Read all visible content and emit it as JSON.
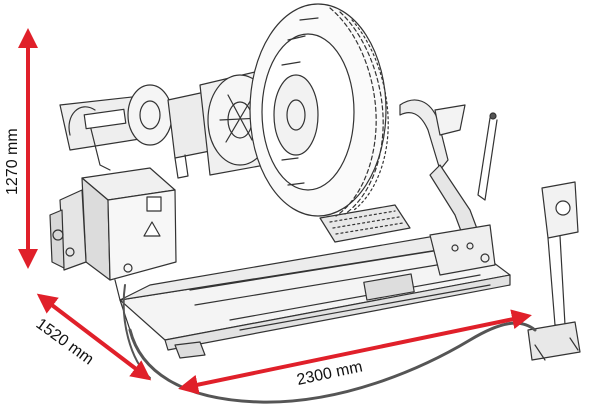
{
  "dimensions": {
    "height": {
      "label": "1270 mm"
    },
    "depth": {
      "label": "1520 mm"
    },
    "width": {
      "label": "2300 mm"
    }
  },
  "colors": {
    "dimension_arrow": "#e0202a",
    "line_art": "#333333",
    "background": "#ffffff"
  },
  "diagram": {
    "subject": "truck tire changer machine with wheel mounted, pedal console and floor stand",
    "style": "pencil sketch line art"
  }
}
